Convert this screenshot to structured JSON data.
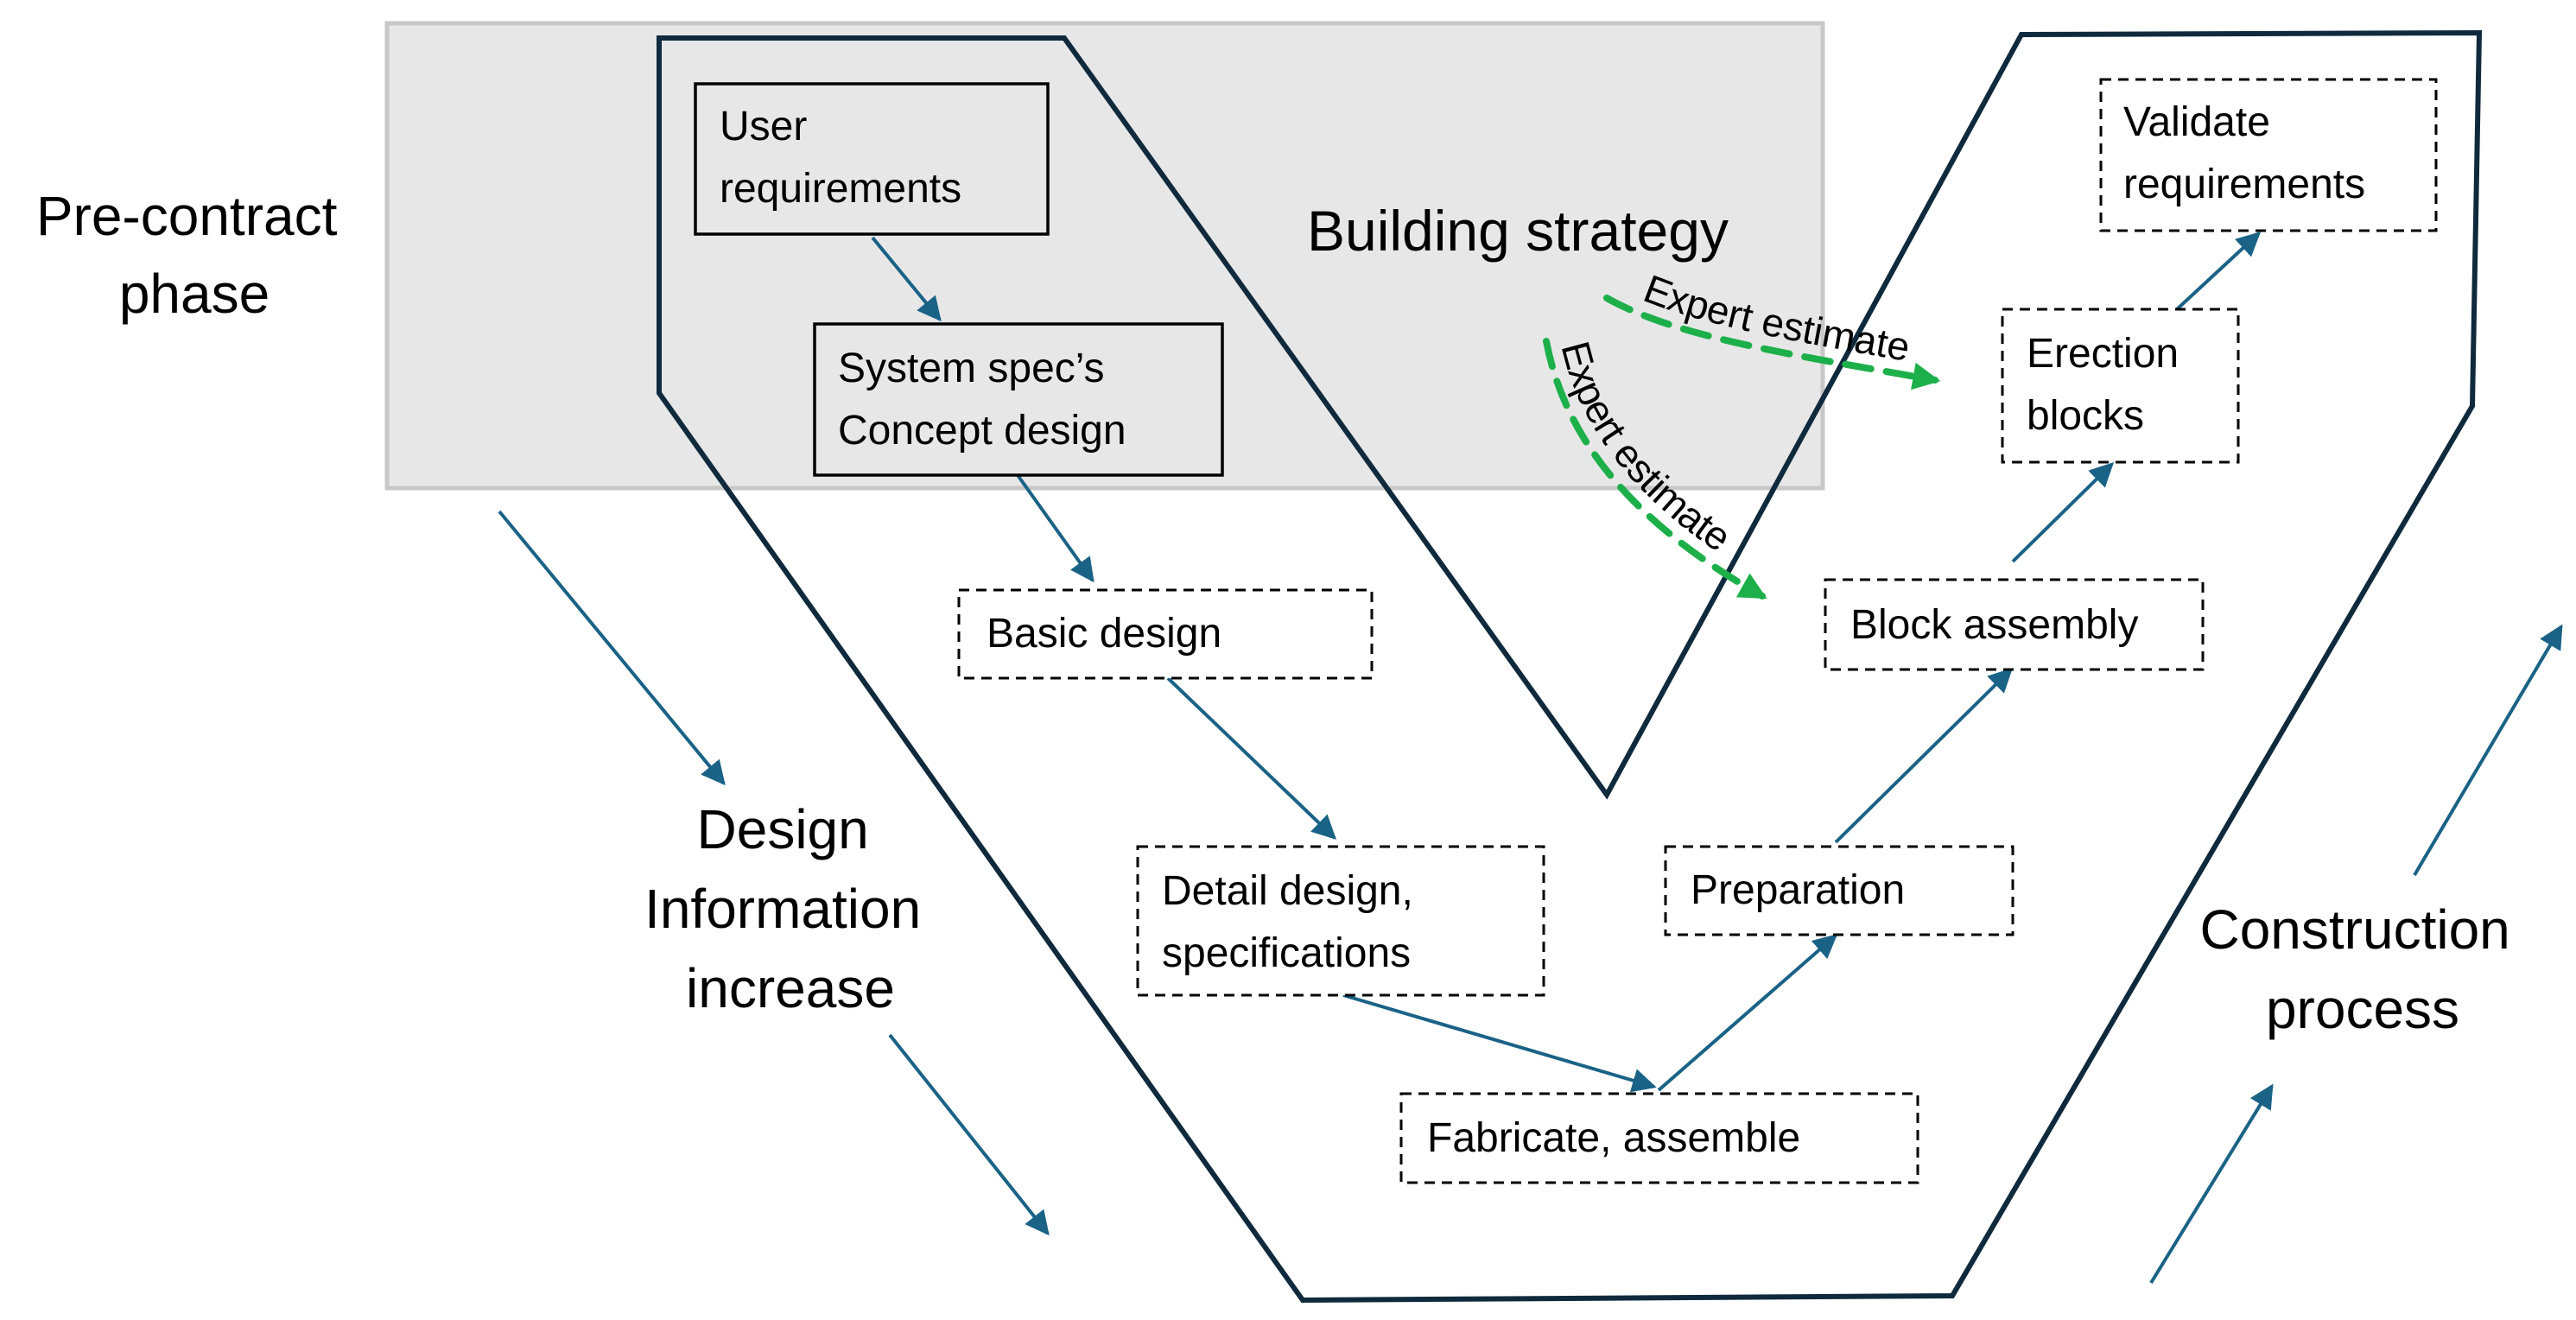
{
  "colors": {
    "outline": "#0f2a3c",
    "arrow": "#1a6286",
    "expert": "#1db04a",
    "shade_fill": "#e7e7e7",
    "shade_border": "#c8c8c8"
  },
  "side_labels": {
    "pre_contract": [
      "Pre-contract",
      "phase"
    ],
    "design_info": [
      "Design",
      "Information",
      "increase"
    ],
    "construction": [
      "Construction",
      "process"
    ]
  },
  "boxes": {
    "user_requirements": [
      "User",
      "requirements"
    ],
    "system_spec": [
      "System spec’s",
      "Concept design"
    ],
    "basic_design": [
      "Basic design"
    ],
    "detail_design": [
      "Detail design,",
      "specifications"
    ],
    "fabricate": [
      "Fabricate, assemble"
    ],
    "preparation": [
      "Preparation"
    ],
    "block_assembly": [
      "Block assembly"
    ],
    "erection_blocks": [
      "Erection",
      "blocks"
    ],
    "validate": [
      "Validate",
      "requirements"
    ]
  },
  "building_strategy": "Building strategy",
  "expert_estimate_top": "Expert estimate",
  "expert_estimate_lower": "Expert estimate"
}
